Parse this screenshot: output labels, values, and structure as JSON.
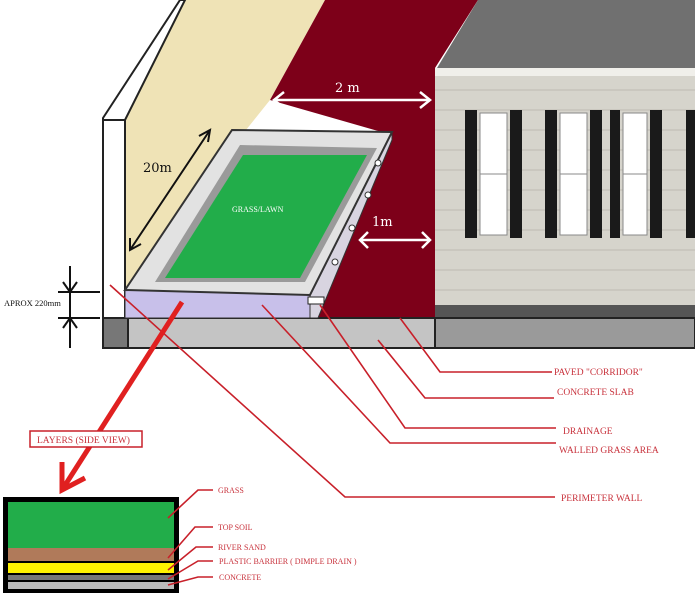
{
  "dimensions": {
    "corridor_width": "2 m",
    "gap_width": "1m",
    "length": "20m",
    "height": "APROX 220mm"
  },
  "grass_label": "GRASS/LAWN",
  "callouts": [
    "PAVED \"CORRIDOR\"",
    "CONCRETE SLAB",
    "DRAINAGE",
    "WALLED GRASS AREA",
    "PERIMETER WALL"
  ],
  "layers_title": "LAYERS  (SIDE VIEW)",
  "layers": [
    "GRASS",
    "TOP SOIL",
    "RIVER SAND",
    "PLASTIC BARRIER  ( DIMPLE DRAIN )",
    "CONCRETE"
  ],
  "colors": {
    "grass": "#22ad4a",
    "corridor": "#7d0019",
    "wall": "#efe3b6",
    "raised_bed": "#c8c0ea",
    "callout": "#c8202a"
  }
}
